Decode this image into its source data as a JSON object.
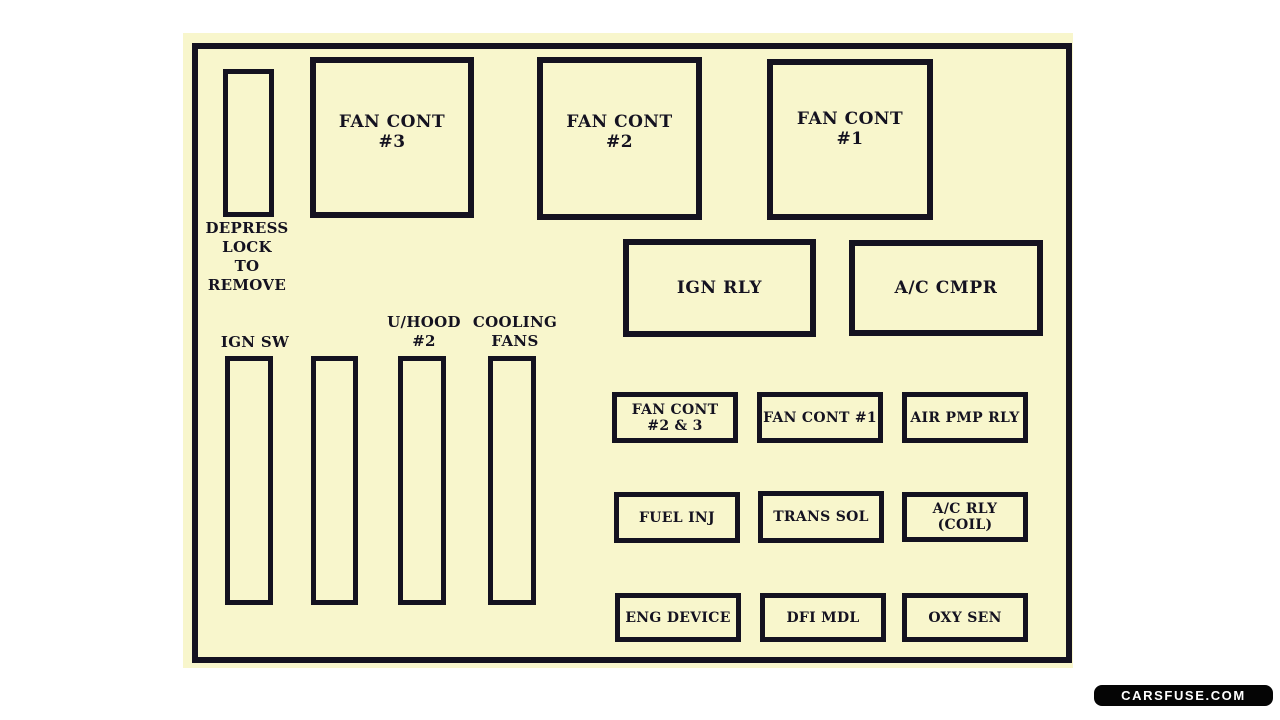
{
  "colors": {
    "page": "#ffffff",
    "panel": "#f8f6cc",
    "line": "#141220",
    "badge_bg": "#050505",
    "badge_fg": "#ffffff"
  },
  "labels": {
    "depress": {
      "l1": "DEPRESS",
      "l2": "LOCK",
      "l3": "TO",
      "l4": "REMOVE"
    },
    "fan_cont_3": {
      "l1": "FAN CONT",
      "l2": "#3"
    },
    "fan_cont_2": {
      "l1": "FAN CONT",
      "l2": "#2"
    },
    "fan_cont_1": {
      "l1": "FAN CONT",
      "l2": "#1"
    },
    "ign_rly": "IGN RLY",
    "ac_cmpr": "A/C CMPR",
    "ign_sw": "IGN SW",
    "uhood": {
      "l1": "U/HOOD",
      "l2": "#2"
    },
    "cooling": {
      "l1": "COOLING",
      "l2": "FANS"
    },
    "fan_cont_2_3": {
      "l1": "FAN CONT",
      "l2": "#2 & 3"
    },
    "fan_cont_1_small": "FAN CONT #1",
    "air_pmp_rly": "AIR PMP RLY",
    "fuel_inj": "FUEL INJ",
    "trans_sol": "TRANS SOL",
    "ac_rly": {
      "l1": "A/C RLY",
      "l2": "(COIL)"
    },
    "eng_device": "ENG DEVICE",
    "dfi_mdl": "DFI MDL",
    "oxy_sen": "OXY SEN"
  },
  "watermark": {
    "text": "CARSFUSE.COM"
  }
}
